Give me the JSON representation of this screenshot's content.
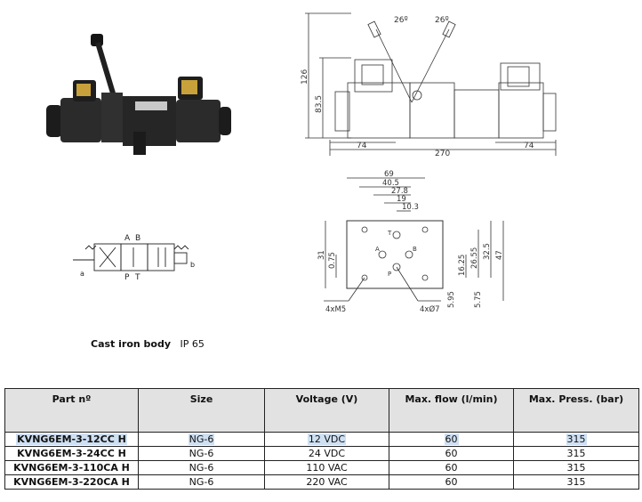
{
  "drawing": {
    "angle_left": "26º",
    "angle_right": "26º",
    "dim_height_total": "126",
    "dim_height_center": "83.5",
    "dim_left_coil": "74",
    "dim_total_length": "270",
    "dim_right_coil": "74",
    "plate_widths": [
      "69",
      "40.5",
      "27.8",
      "19",
      "10.3"
    ],
    "plate_heights": [
      "31",
      "0.75",
      "47",
      "32.5",
      "26.55",
      "16.25",
      "5.95",
      "5.75"
    ],
    "port_labels": [
      "T",
      "A",
      "B",
      "P"
    ],
    "thread_label": "4xM5",
    "hole_label": "4xØ7",
    "schematic_labels": [
      "A",
      "B",
      "P",
      "T",
      "a",
      "b"
    ]
  },
  "caption": {
    "body": "Cast iron body",
    "protection": "IP 65"
  },
  "table": {
    "headers": [
      "Part nº",
      "Size",
      "Voltage (V)",
      "Max. flow (l/min)",
      "Max. Press. (bar)"
    ],
    "rows": [
      [
        "KVNG6EM-3-12CC H",
        "NG-6",
        "12 VDC",
        "60",
        "315"
      ],
      [
        "KVNG6EM-3-24CC H",
        "NG-6",
        "24 VDC",
        "60",
        "315"
      ],
      [
        "KVNG6EM-3-110CA H",
        "NG-6",
        "110 VAC",
        "60",
        "315"
      ],
      [
        "KVNG6EM-3-220CA H",
        "NG-6",
        "220 VAC",
        "60",
        "315"
      ]
    ]
  },
  "colors": {
    "header_bg": "#e2e2e2",
    "highlight": "#cfe0f3",
    "valve_body": "#2a2a2a",
    "coil_gold": "#c8a13a"
  }
}
